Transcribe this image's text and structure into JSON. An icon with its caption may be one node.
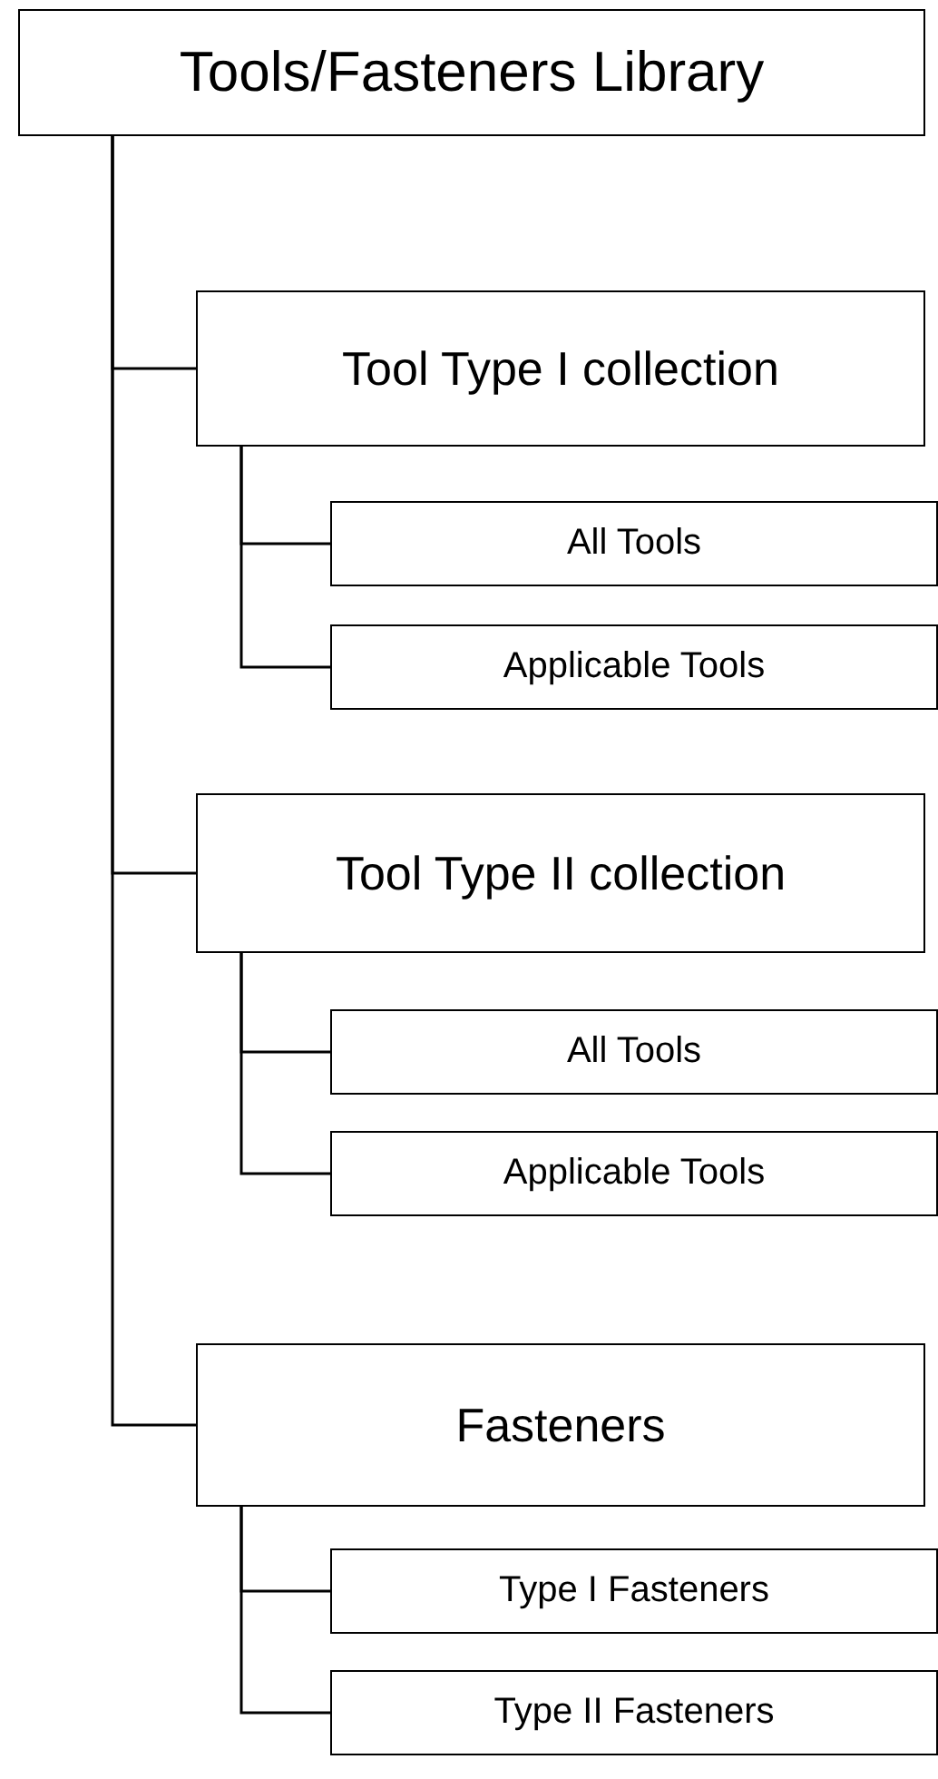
{
  "diagram": {
    "nodes": [
      {
        "text": [
          "Tools/Fasteners Library"
        ]
      },
      {
        "text": [
          "Tool Type I collection"
        ]
      },
      {
        "text": [
          "All Tools"
        ]
      },
      {
        "text": [
          "Applicable Tools"
        ]
      },
      {
        "text": [
          "Tool Type II collection"
        ]
      },
      {
        "text": [
          "All Tools"
        ]
      },
      {
        "text": [
          "Applicable Tools"
        ]
      },
      {
        "text": [
          "Fasteners"
        ]
      },
      {
        "text": [
          "Type I Fasteners"
        ]
      },
      {
        "text": [
          "Type II Fasteners"
        ]
      }
    ],
    "edges": [
      {
        "from": 0,
        "to": 1,
        "arrow": "none"
      },
      {
        "from": 1,
        "to": 2,
        "arrow": "none"
      },
      {
        "from": 1,
        "to": 3,
        "arrow": "none"
      },
      {
        "from": 0,
        "to": 4,
        "arrow": "none"
      },
      {
        "from": 4,
        "to": 5,
        "arrow": "none"
      },
      {
        "from": 4,
        "to": 6,
        "arrow": "none"
      },
      {
        "from": 0,
        "to": 7,
        "arrow": "none"
      },
      {
        "from": 7,
        "to": 8,
        "arrow": "none"
      },
      {
        "from": 7,
        "to": 9,
        "arrow": "none"
      }
    ]
  }
}
